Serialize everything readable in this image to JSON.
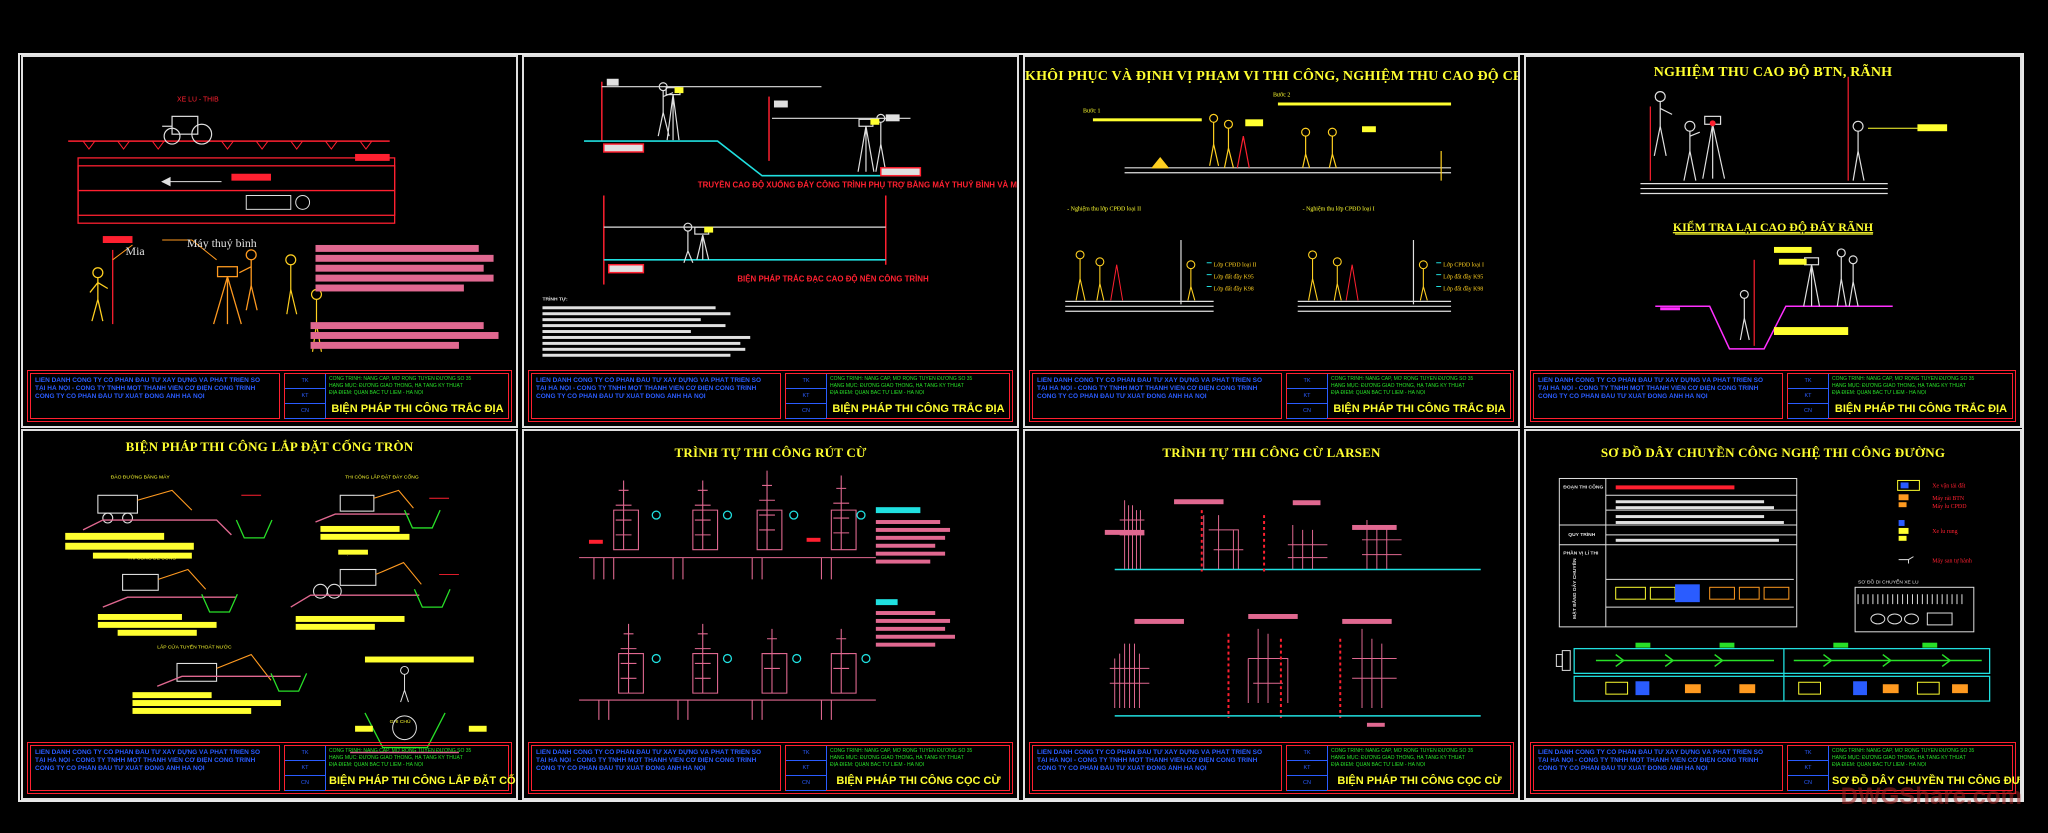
{
  "title_block": {
    "left_lines": [
      "LIÊN DANH CÔNG TY CỔ PHẦN ĐẦU TƯ XÂY DỰNG VÀ PHÁT TRIỂN SỐ",
      "TẠI HÀ NỘI - CÔNG TY TNHH MỘT THÀNH VIÊN CƠ ĐIỆN CÔNG TRÌNH",
      "CÔNG TY CỔ PHẦN ĐẦU TƯ XUẤT ĐÔNG ẢNH HÀ NỘI"
    ],
    "codes": [
      "TK",
      "KT",
      "CN"
    ],
    "info_lines": [
      "CÔNG TRÌNH: NÂNG CẤP, MỞ RỘNG TUYẾN ĐƯỜNG SỐ 35",
      "HẠNG MỤC: ĐƯỜNG GIAO THÔNG, HẠ TẦNG KỸ THUẬT",
      "ĐỊA ĐIỂM: QUẬN BẮC TỪ LIÊM - HÀ NỘI"
    ]
  },
  "sheets": [
    {
      "id": "s1",
      "title": "",
      "name": "BIỆN PHÁP THI CÔNG TRẮC ĐỊA"
    },
    {
      "id": "s2",
      "title": "",
      "name": "BIỆN PHÁP THI CÔNG TRẮC ĐỊA"
    },
    {
      "id": "s3",
      "title": "KHÔI PHỤC VÀ ĐỊNH VỊ PHẠM VI THI CÔNG, NGHIỆM THU CAO ĐỘ CPĐD",
      "name": "BIỆN PHÁP THI CÔNG TRẮC ĐỊA"
    },
    {
      "id": "s4",
      "title": "NGHIỆM THU CAO ĐỘ BTN, RÃNH",
      "name": "BIỆN PHÁP THI CÔNG TRẮC ĐỊA"
    },
    {
      "id": "s5",
      "title": "BIỆN PHÁP THI CÔNG LẮP ĐẶT CỐNG TRÒN",
      "name": "BIỆN PHÁP THI CÔNG LẮP ĐẶT CỐNG TRÒN"
    },
    {
      "id": "s6",
      "title": "TRÌNH TỰ THI CÔNG RÚT CỪ",
      "name": "BIỆN PHÁP THI CÔNG CỌC CỪ"
    },
    {
      "id": "s7",
      "title": "TRÌNH TỰ THI CÔNG CỪ LARSEN",
      "name": "BIỆN PHÁP THI CÔNG CỌC CỪ"
    },
    {
      "id": "s8",
      "title": "SƠ ĐỒ DÂY CHUYỀN CÔNG NGHỆ THI CÔNG ĐƯỜNG",
      "name": "SƠ ĐỒ DÂY CHUYỀN THI CÔNG ĐƯỜNG"
    }
  ],
  "labels": {
    "s1_roller": "XE LU - THIB",
    "s1_mia": "Mia",
    "s1_instrument": "Máy thuỷ bình",
    "s2_caption1": "TRUYỀN CAO ĐỘ XUỐNG ĐÁY CÔNG TRÌNH PHỤ TRỢ BẰNG MÁY THUỶ BÌNH VÀ MIA",
    "s2_caption2": "BIỆN PHÁP TRẮC ĐẠC CAO ĐỘ NỀN CÔNG TRÌNH",
    "s2_notes_head": "TRÌNH TỰ:",
    "s3_b1": "Bước 1",
    "s3_b2": "Bước 2",
    "s3_row1": "- Nghiệm thu lớp CPĐD loại II",
    "s3_row2": "- Nghiệm thu lớp CPĐD loại I",
    "s3_layers_a": [
      "Lớp CPĐD loại II",
      "Lớp đất đầy K95",
      "Lớp đất đầy K98"
    ],
    "s3_layers_b": [
      "Lớp CPĐD loại I",
      "Lớp đất đầy K95",
      "Lớp đất đầy K98"
    ],
    "s4_subtitle": "KIỂM TRA LẠI CAO ĐỘ ĐÁY RÃNH",
    "s5_l1": "ĐÀO ĐƯỜNG BẰNG MÁY",
    "s5_l2": "THI CÔNG LẮP ĐẶT ĐÁY CỐNG",
    "s5_l3": "THI CÔNG ĐẾ CỐNG",
    "s5_l4": "ĐẶT CỐNG",
    "s5_l5": "LẮP CỬA TUYẾN THOÁT NƯỚC",
    "s5_l6": "GHI CHÚ",
    "s8_rows": [
      "ĐOẠN THI CÔNG",
      "QUY TRÌNH",
      "PHẦN VỊ LÍ THI",
      "MẶT BẰNG DÂY CHUYỀN"
    ],
    "s8_legend": [
      "Xe vận tải đất",
      "Máy rải BTN",
      "Máy lu CPĐD",
      "Xe lu rung",
      "Máy san tự hành"
    ],
    "s8_detail": "SƠ ĐỒ DI CHUYỂN XE LU",
    "watermark": "DWGShare.com"
  },
  "colors": {
    "frame": "#e0e0e0",
    "red": "#ff2030",
    "blue": "#2a5cff",
    "green": "#28e028",
    "yellow": "#ffff30",
    "pink": "#e06890",
    "magenta": "#ff30ff",
    "cyan": "#20e0e0",
    "orange": "#ff9a20"
  }
}
